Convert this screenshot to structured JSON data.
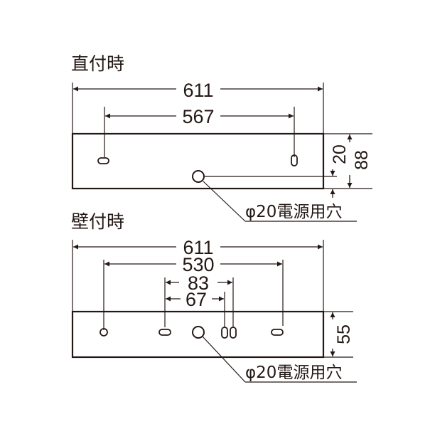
{
  "views": {
    "ceiling": {
      "title": "直付時",
      "dim_total": "611",
      "dim_holes": "567",
      "dim_hole_height": "20",
      "dim_height": "88",
      "note": "φ20電源用穴"
    },
    "wall": {
      "title": "壁付時",
      "dim_total": "611",
      "dim_outer_holes": "530",
      "dim_inner_outer": "83",
      "dim_inner": "67",
      "dim_height": "55",
      "note": "φ20電源用穴"
    }
  }
}
